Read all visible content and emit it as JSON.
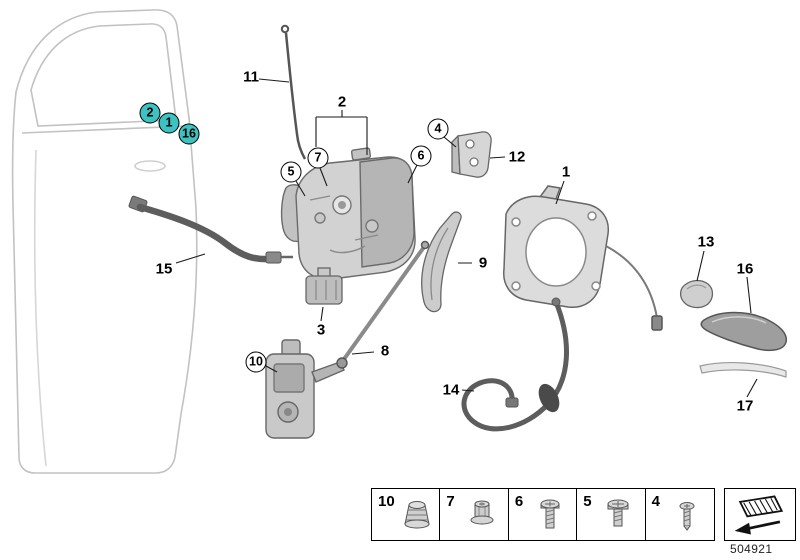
{
  "colors": {
    "highlight_circle": "#3ec1c1",
    "line_art": "#6a6a6a",
    "cable": "#5d5d5d"
  },
  "part_number": "504921",
  "callouts": {
    "hl2": "2",
    "hl1": "1",
    "hl16": "16",
    "n1": "1",
    "n2": "2",
    "n3": "3",
    "n4": "4",
    "n5": "5",
    "n6": "6",
    "n7": "7",
    "n8": "8",
    "n9": "9",
    "n10": "10",
    "n11": "11",
    "n12": "12",
    "n13": "13",
    "n14": "14",
    "n15": "15",
    "n16": "16",
    "n17": "17"
  },
  "legend": {
    "items": [
      {
        "label": "10",
        "icon": "plastic-nut-icon"
      },
      {
        "label": "7",
        "icon": "flange-nut-icon"
      },
      {
        "label": "6",
        "icon": "pan-head-screw-icon"
      },
      {
        "label": "5",
        "icon": "pan-head-screw-icon"
      },
      {
        "label": "4",
        "icon": "torx-screw-icon"
      }
    ],
    "direction_symbol": "hatched-arrow-icon"
  }
}
